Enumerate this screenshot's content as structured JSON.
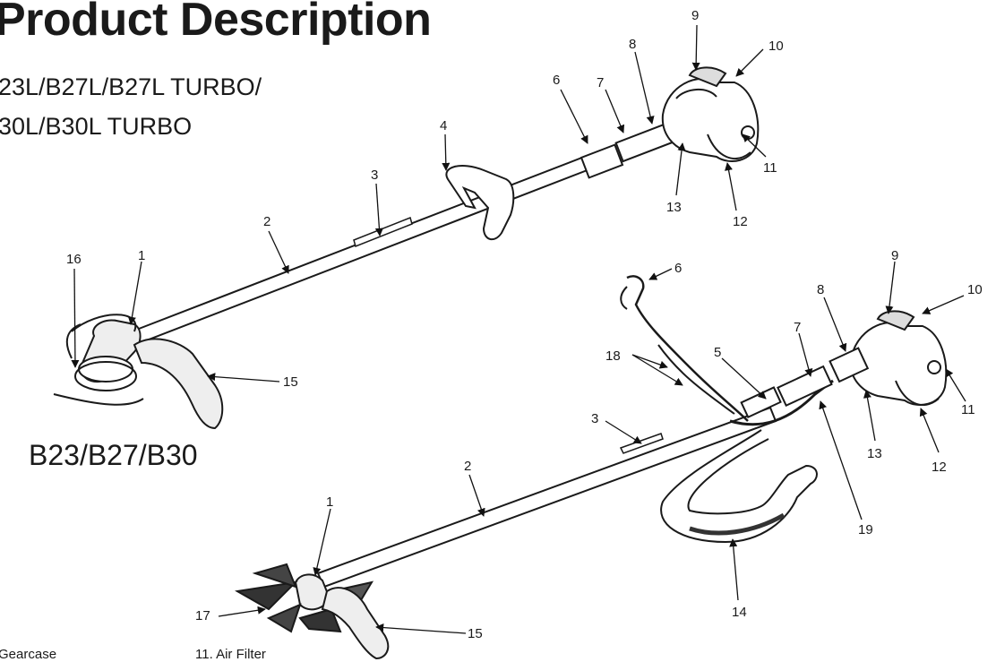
{
  "header": {
    "title": "Product Description",
    "model_line_1": "23L/B27L/B27L TURBO/",
    "model_line_2": "30L/B30L TURBO"
  },
  "lower_model": "B23/B27/B30",
  "legend": {
    "item_1": "Gearcase",
    "item_11": "11. Air Filter"
  },
  "callouts_upper": [
    "1",
    "2",
    "3",
    "4",
    "6",
    "7",
    "8",
    "9",
    "10",
    "11",
    "12",
    "13",
    "15",
    "16"
  ],
  "callouts_lower": [
    "1",
    "2",
    "3",
    "5",
    "6",
    "7",
    "8",
    "9",
    "10",
    "11",
    "12",
    "13",
    "14",
    "15",
    "17",
    "18",
    "19"
  ]
}
